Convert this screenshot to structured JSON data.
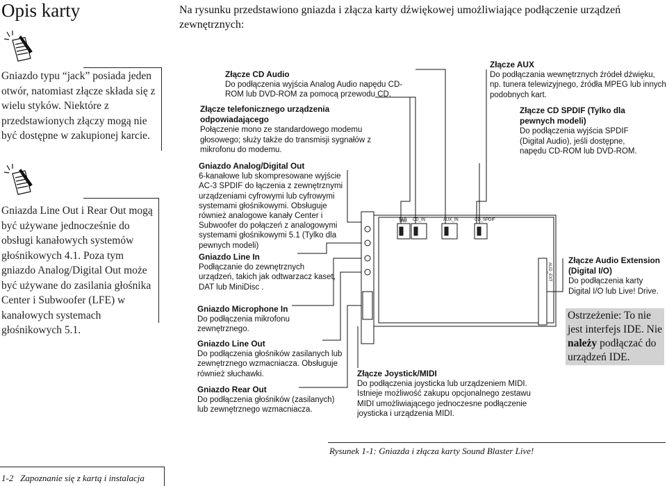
{
  "page": {
    "title": "Opis karty",
    "intro": "Na rysunku przedstawiono gniazda i złącza karty dźwiękowej umożliwiające podłączenie urządzeń zewnętrznych:",
    "figure_caption": "Rysunek 1-1:   Gniazda i złącza karty Sound Blaster Live!",
    "footer_page": "1-2",
    "footer_text": "Zapoznanie się z kartą i instalacja"
  },
  "notes": [
    {
      "icon": "note-pencil-icon",
      "text": "Gniazdo typu “jack” posiada jeden otwór, natomiast złącze składa się z wielu styków. Niektóre z przedstawionych złączy mogą nie być dostępne w zakupionej karcie."
    },
    {
      "icon": "note-pencil-icon",
      "text": "Gniazda Line Out i Rear Out mogą być używane jednocześnie do obsługi kanałowych systemów głośnikowych 4.1. Poza tym gniazdo Analog/Digital Out może być używane do zasilania głośnika Center i Subwoofer (LFE) w kanałowych systemach głośnikowych 5.1."
    }
  ],
  "callouts": {
    "cd_audio": {
      "title": "Złącze CD Audio",
      "text": "Do podłączenia wyjścia Analog Audio napędu CD-ROM lub DVD-ROM za pomocą przewodu CD."
    },
    "tad": {
      "title": "Złącze telefonicznego urządzenia odpowiadającego",
      "text": "Połączenie mono ze standardowego modemu głosowego; służy także do transmisji sygnałów z mikrofonu do modemu."
    },
    "aux": {
      "title": "Złącze AUX",
      "text": "Do podłączania wewnętrznych źródeł dźwięku, np. tunera telewizyjnego, źródła MPEG lub innych podobnych kart."
    },
    "spdif": {
      "title": "Złącze CD SPDIF (Tylko dla pewnych modeli)",
      "text": "Do podłączenia wyjścia SPDIF (Digital Audio), jeśli dostępne, napędu CD-ROM lub DVD-ROM."
    },
    "analog_digital_out": {
      "title": "Gniazdo Analog/Digital Out",
      "text": "6-kanałowe lub skompresowane wyjście AC-3 SPDIF do łączenia z zewnętrznymi urządzeniami cyfrowymi lub cyfrowymi systemami głośnikowymi. Obsługuje również analogowe kanały Center i Subwoofer do połączeń z analogowymi systemami głośnikowymi 5.1 (Tylko dla pewnych modeli)"
    },
    "line_in": {
      "title": "Gniazdo Line In",
      "text": "Podłączanie do zewnętrznych urządzeń, takich jak odtwarzacz kaset, DAT lub MiniDisc ."
    },
    "mic_in": {
      "title": "Gniazdo Microphone In",
      "text": "Do podłączenia mikrofonu zewnętrznego."
    },
    "line_out": {
      "title": "Gniazdo Line Out",
      "text": "Do podłączenia głośników zasilanych lub zewnętrznego wzmacniacza. Obsługuje również słuchawki."
    },
    "rear_out": {
      "title": "Gniazdo Rear Out",
      "text": "Do podłączenia głośników (zasilanych) lub zewnętrznego wzmacniacza."
    },
    "joystick": {
      "title": "Złącze Joystick/MIDI",
      "text": "Do podłączenia joysticka lub urządzeniem MIDI. Istnieje możliwość zakupu opcjonalnego zestawu MIDI umożliwiającego jednoczesne podłączenie joysticka i urządzenia MIDI."
    },
    "audio_ext": {
      "title": "Złącze Audio Extension (Digital I/O)",
      "text": "Do podłączenia karty Digital I/O lub Live! Drive."
    }
  },
  "warning": {
    "prefix": "Ostrzeżenie: To nie jest interfejs IDE. Nie ",
    "bold": "należy",
    "suffix": " podłączać do urządzeń IDE."
  },
  "board_labels": {
    "tad": "TAD",
    "cd_in": "CD_IN",
    "aux_in": "AUX_IN",
    "cd_spdif": "CD_SPDIF",
    "aud_ext": "AUD_EXT"
  }
}
